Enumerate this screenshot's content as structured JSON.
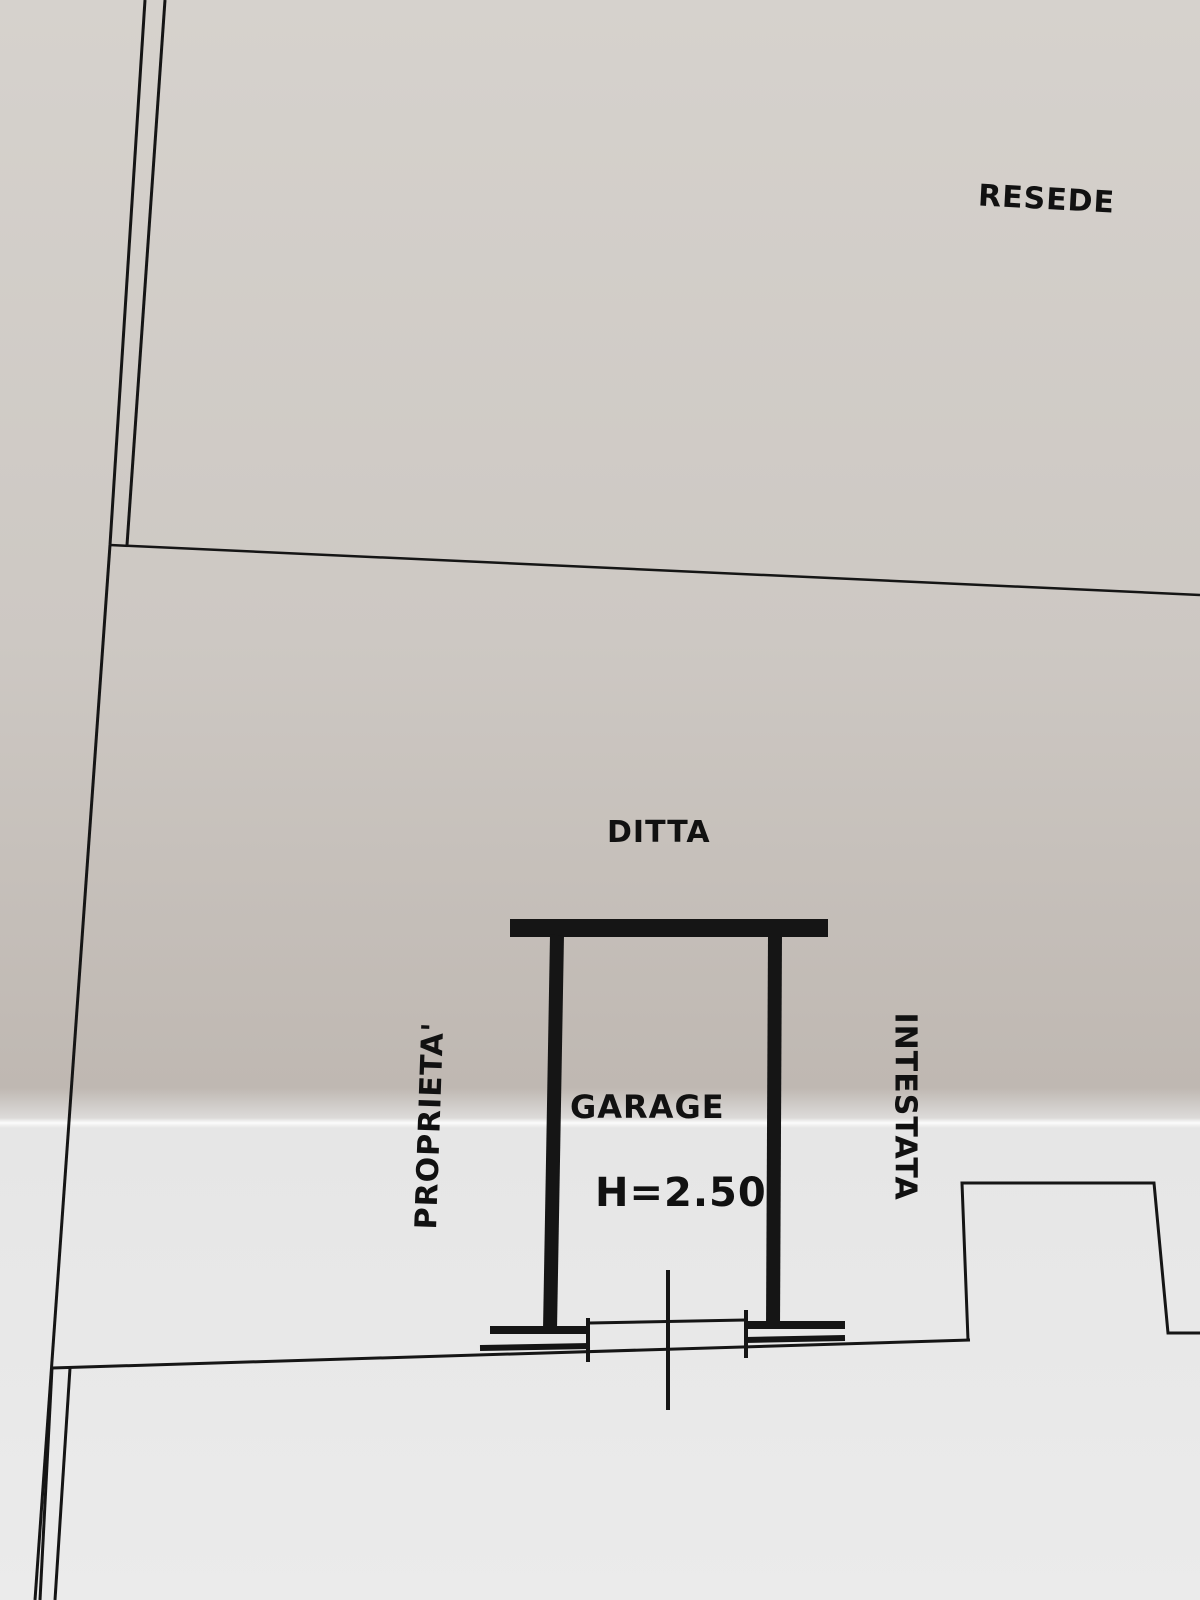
{
  "labels": {
    "resede": "RESEDE",
    "ditta": "DITTA",
    "garage": "GARAGE",
    "height": "H=2.50",
    "proprieta": "PROPRIETA'",
    "intestata": "INTESTATA"
  }
}
